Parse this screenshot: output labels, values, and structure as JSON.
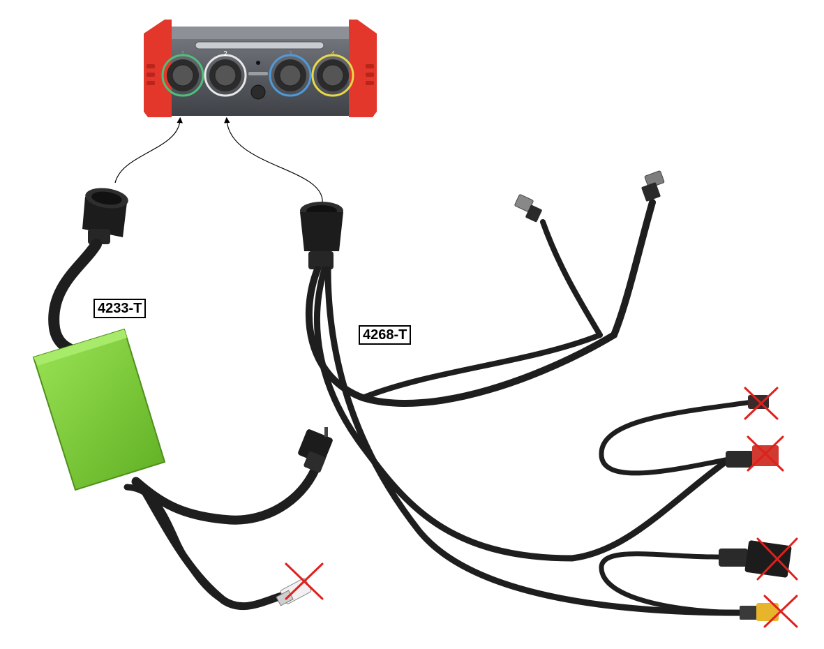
{
  "labels": {
    "cable_a": "4233-T",
    "cable_b": "4268-T"
  },
  "device": {
    "port_numbers": [
      "1",
      "2",
      "3",
      "4"
    ],
    "port_colors": [
      "#4fbf7a",
      "#e8e8e8",
      "#4f9ad8",
      "#e8d84a"
    ]
  },
  "colors": {
    "device_body": "#5a5d63",
    "device_bumper": "#e2372a",
    "adapter_box": "#7fd33a",
    "cable": "#1e1e1e",
    "cross_mark": "#e0201c"
  },
  "excluded_connectors_count": 5
}
